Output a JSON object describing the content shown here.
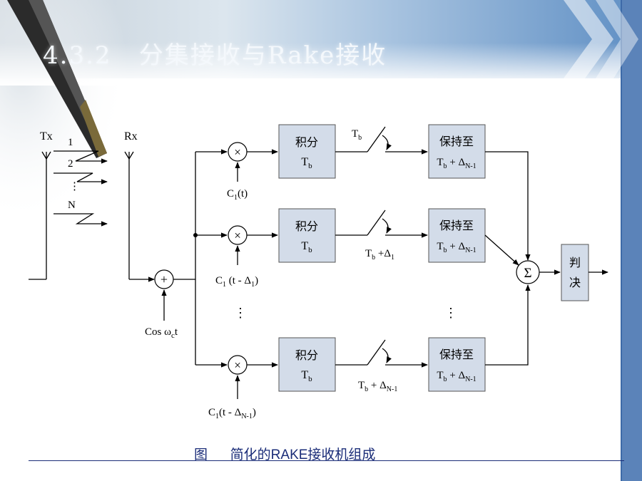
{
  "slide": {
    "title": "4.3.2   分集接收与Rake接收",
    "caption": "图      简化的RAKE接收机组成"
  },
  "diagram": {
    "tx_label": "Tx",
    "rx_label": "Rx",
    "paths": [
      {
        "label": "1"
      },
      {
        "label": "2"
      },
      {
        "label": "⋮"
      },
      {
        "label": "N"
      }
    ],
    "adder_label": "+",
    "carrier": {
      "main": "Cos ω",
      "sub": "c",
      "tail": "t"
    },
    "branches": [
      {
        "multiplier": "×",
        "code": {
          "main": "C",
          "sub": "1",
          "tail": "(t)"
        },
        "integrator": {
          "line1": "积分",
          "main": "T",
          "sub": "b"
        },
        "switch": {
          "main": "T",
          "sub": "b",
          "tail": ""
        },
        "hold": {
          "line1": "保持至",
          "main": "T",
          "sub": "b",
          "mid": " + Δ",
          "sub2": "N-1"
        }
      },
      {
        "multiplier": "×",
        "code": {
          "main": "C",
          "sub": "1",
          "tail": " (t - Δ",
          "sub2": "1",
          "tail2": ")"
        },
        "integrator": {
          "line1": "积分",
          "main": "T",
          "sub": "b"
        },
        "switch": {
          "main": "T",
          "sub": "b",
          "tail": " +Δ",
          "sub2": "1"
        },
        "hold": {
          "line1": "保持至",
          "main": "T",
          "sub": "b",
          "mid": " + Δ",
          "sub2": "N-1"
        }
      },
      {
        "multiplier": "×",
        "code": {
          "main": "C",
          "sub": "1",
          "tail": "(t  -  Δ",
          "sub2": "N-1",
          "tail2": ")"
        },
        "integrator": {
          "line1": "积分",
          "main": "T",
          "sub": "b"
        },
        "switch": {
          "main": "T",
          "sub": "b",
          "tail": " + Δ",
          "sub2": "N-1"
        },
        "hold": {
          "line1": "保持至",
          "main": "T",
          "sub": "b",
          "mid": " + Δ",
          "sub2": "N-1"
        }
      }
    ],
    "ellipsis": "⋮",
    "summer_label": "Σ",
    "decision": {
      "line1": "判",
      "line2": "决"
    }
  },
  "colors": {
    "box_fill": "#d3dce9",
    "caption": "#1a2c78",
    "title": "#f4f8fc"
  }
}
